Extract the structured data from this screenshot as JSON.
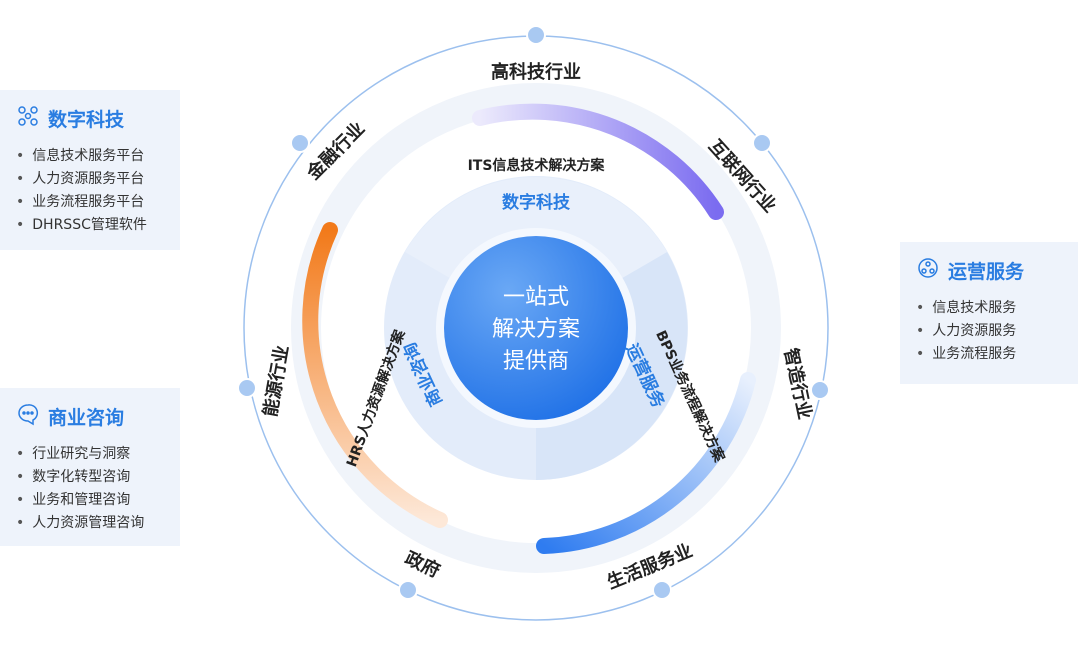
{
  "center": {
    "line1": "一站式",
    "line2": "解决方案",
    "line3": "提供商"
  },
  "sectors": [
    "数字科技",
    "商业咨询",
    "运营服务"
  ],
  "solutions": [
    "ITS信息技术解决方案",
    "HRS人力资源解决方案",
    "BPS业务流程解决方案"
  ],
  "industries": [
    "高科技行业",
    "互联网行业",
    "智造行业",
    "生活服务业",
    "政府",
    "能源行业",
    "金融行业"
  ],
  "cards": {
    "digital": {
      "title": "数字科技",
      "items": [
        "信息技术服务平台",
        "人力资源服务平台",
        "业务流程服务平台",
        "DHRSSC管理软件"
      ]
    },
    "consulting": {
      "title": "商业咨询",
      "items": [
        "行业研究与洞察",
        "数字化转型咨询",
        "业务和管理咨询",
        "人力资源管理咨询"
      ]
    },
    "operations": {
      "title": "运营服务",
      "items": [
        "信息技术服务",
        "人力资源服务",
        "业务流程服务"
      ]
    }
  },
  "colors": {
    "accent": "#2a7de1",
    "orange": "#f27a1a",
    "purple": "#7b6cf0"
  }
}
